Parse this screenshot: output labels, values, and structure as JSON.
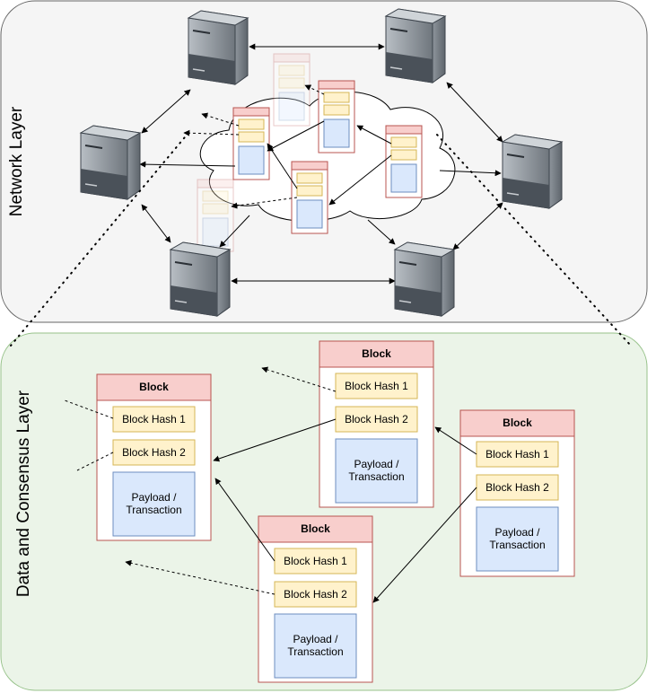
{
  "layers": {
    "network": {
      "label": "Network Layer"
    },
    "data": {
      "label": "Data and Consensus Layer"
    }
  },
  "block": {
    "title": "Block",
    "hash1": "Block Hash 1",
    "hash2": "Block Hash 2",
    "payload_line1": "Payload /",
    "payload_line2": "Transaction"
  },
  "colors": {
    "network_bg": "#f5f5f5",
    "data_bg": "#ebf4e8",
    "block_header": "#f8cecc",
    "block_border": "#b85450",
    "hash_fill": "#fff2cc",
    "hash_border": "#d6b656",
    "payload_fill": "#dae8fc",
    "payload_border": "#6c8ebf",
    "server_dark": "#3d444c",
    "server_light": "#8c9399"
  }
}
